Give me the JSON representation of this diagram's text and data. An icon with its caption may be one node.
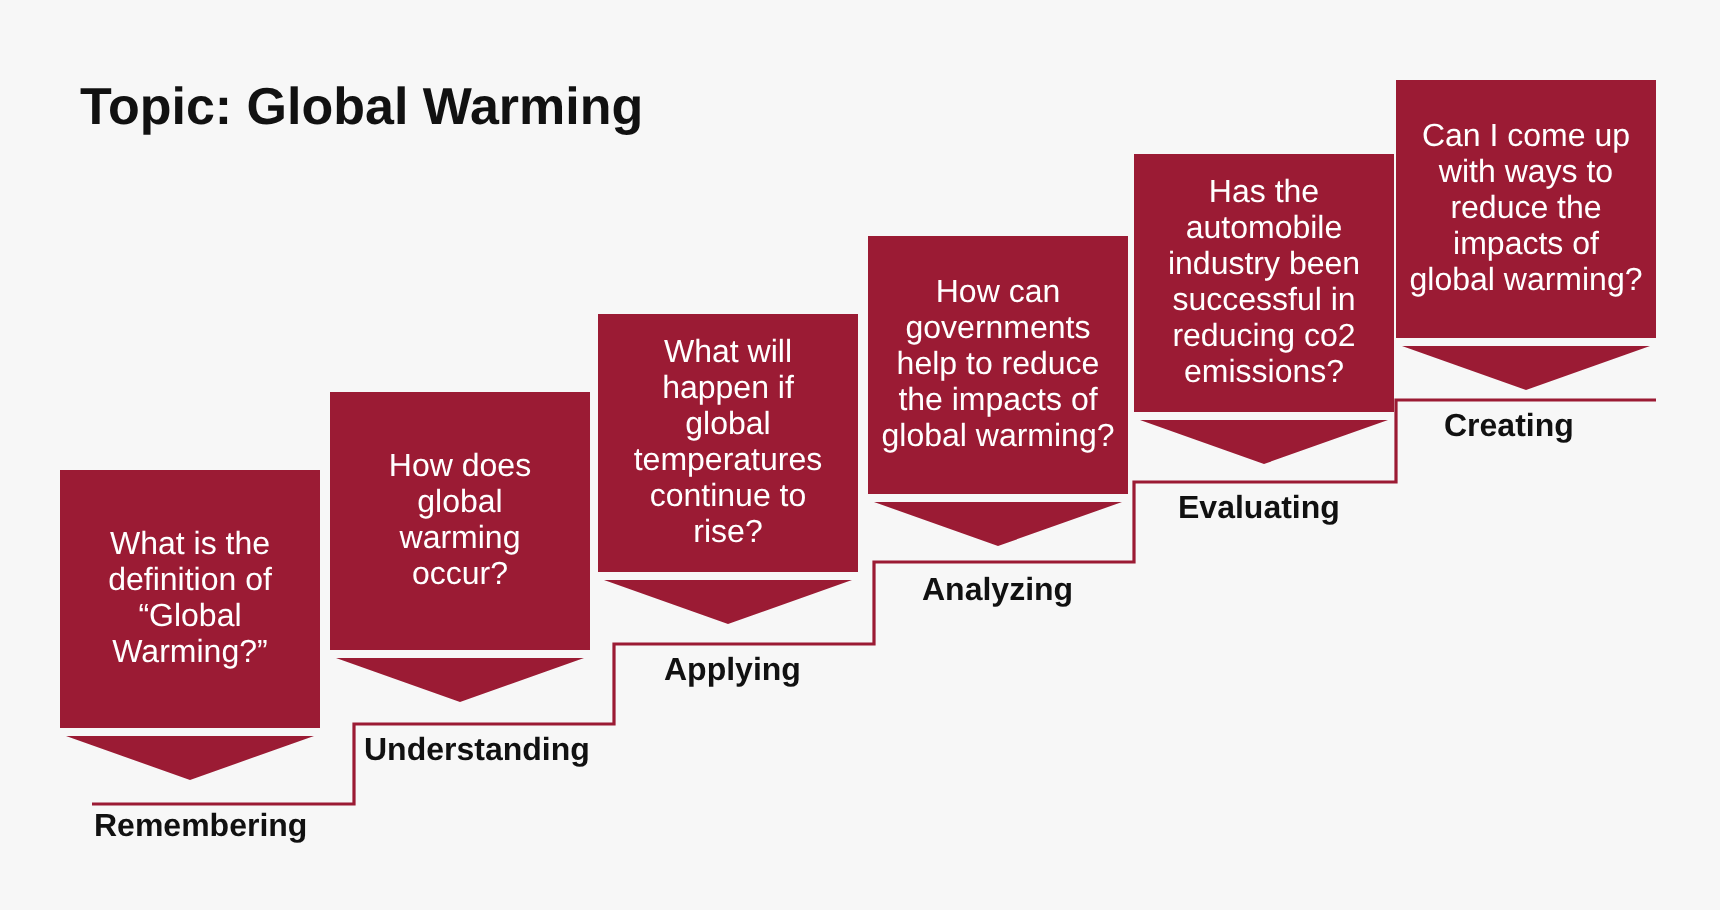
{
  "diagram": {
    "title": "Topic: Global Warming",
    "nodes": [
      {
        "text": [
          "What is the definition of “Global Warming?”"
        ],
        "beside": [
          "Remembering"
        ]
      },
      {
        "text": [
          "How does global warming occur?"
        ],
        "beside": [
          "Understanding"
        ]
      },
      {
        "text": [
          "What will happen if global temperatures continue to rise?"
        ],
        "beside": [
          "Applying"
        ]
      },
      {
        "text": [
          "How can governments help to reduce the impacts of global warming?"
        ],
        "beside": [
          "Analyzing"
        ]
      },
      {
        "text": [
          "Has the automobile industry been successful in reducing co2 emissions?"
        ],
        "beside": [
          "Evaluating"
        ]
      },
      {
        "text": [
          "Can I come up with ways to reduce the impacts of global warming?"
        ],
        "beside": [
          "Creating"
        ]
      }
    ]
  }
}
